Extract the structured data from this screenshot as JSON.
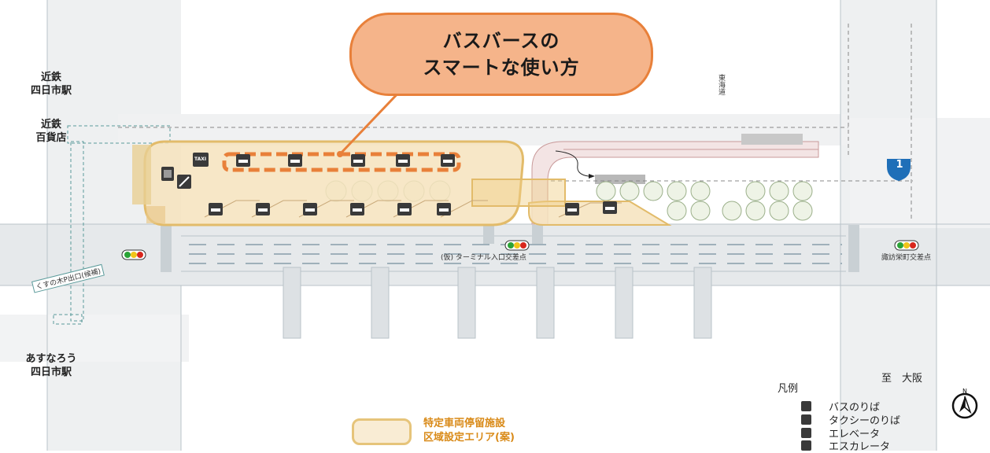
{
  "callout": {
    "line1": "バスバースの",
    "line2": "スマートな使い方"
  },
  "stations": {
    "kintetsu_yokkaichi": "近鉄\n四日市駅",
    "kintetsu_dept": "近鉄\n百貨店",
    "asunarou": "あすなろう\n四日市駅"
  },
  "labels": {
    "tokaido": "東海道",
    "kusunoki": "くすの木P出口(候補)",
    "terminal_crossing": "(仮) ターミナル入口交差点",
    "suwa_crossing": "諏訪栄町交差点",
    "to_osaka": "至　大阪",
    "route_number": "1"
  },
  "legend": {
    "title": "凡例",
    "items": [
      {
        "icon": "bus-icon",
        "label": "バスのりば"
      },
      {
        "icon": "taxi-icon",
        "label": "タクシーのりば"
      },
      {
        "icon": "elevator-icon",
        "label": "エレベータ"
      },
      {
        "icon": "escalator-icon",
        "label": "エスカレータ"
      }
    ]
  },
  "area_legend": {
    "line1": "特定車両停留施設",
    "line2": "区域設定エリア(案)"
  },
  "colors": {
    "callout_fill": "#f5b48a",
    "callout_border": "#e8803a",
    "area_fill": "#f9ecd4",
    "area_border": "#e6c47a",
    "bus_berth_highlight": "#e8803a",
    "road": "#dfe3e6",
    "route_badge": "#1f6fb8"
  },
  "icon_labels": {
    "taxi": "TAXI"
  }
}
